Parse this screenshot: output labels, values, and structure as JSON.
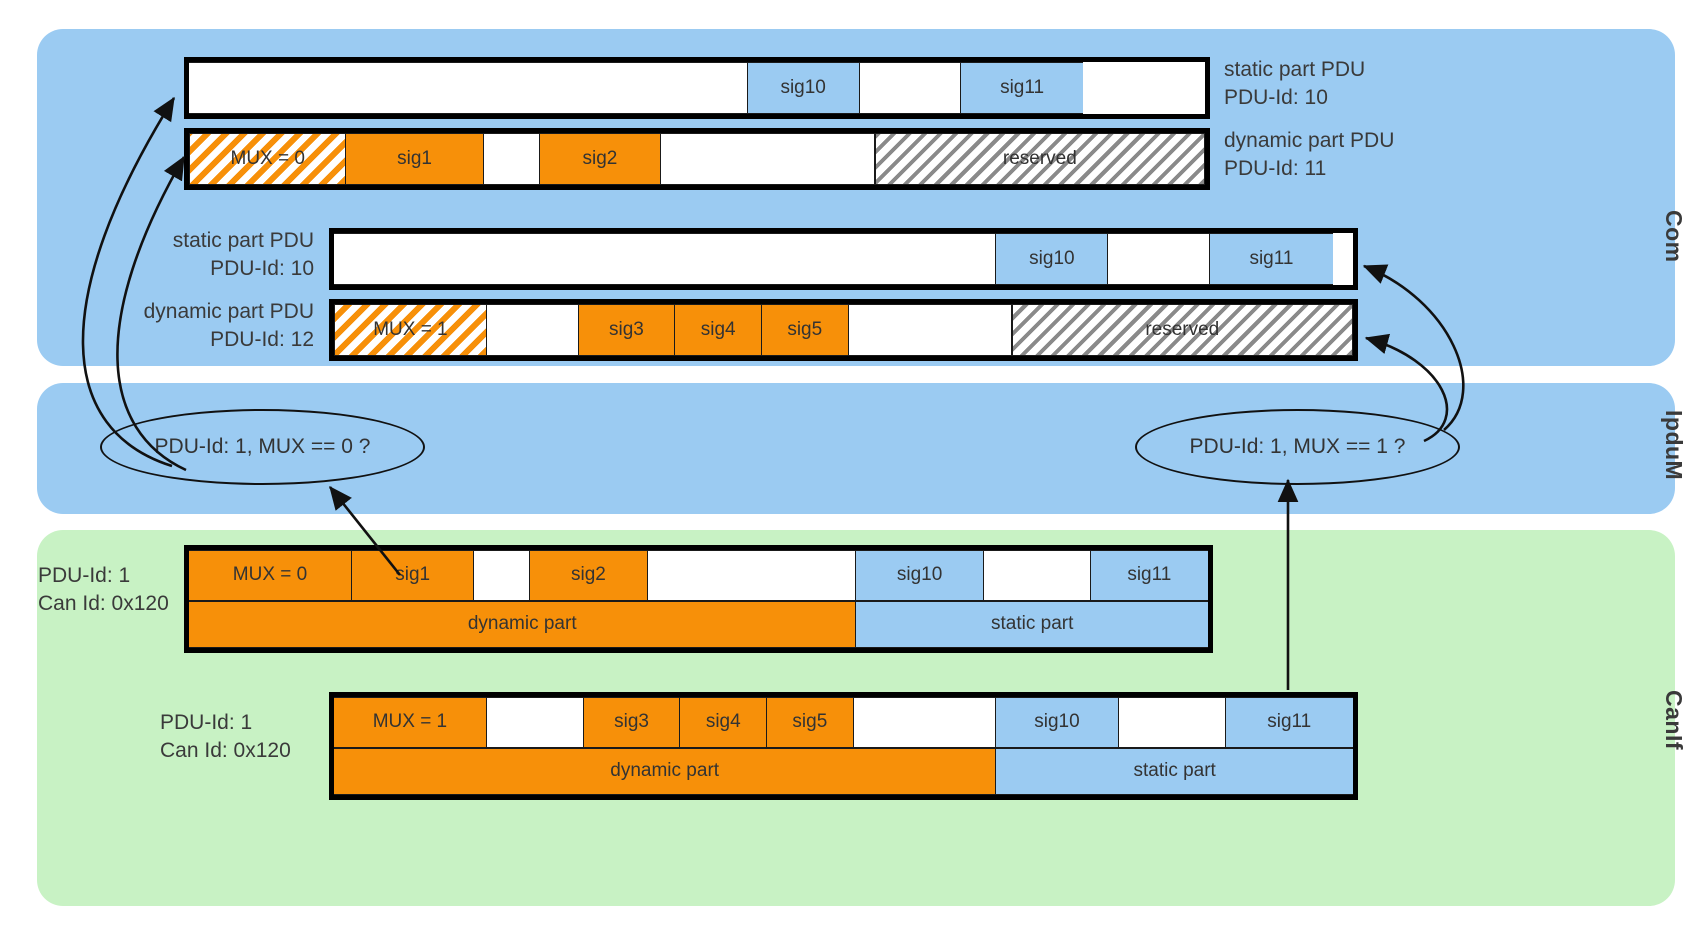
{
  "layers": [
    {
      "id": "com",
      "title": "Com"
    },
    {
      "id": "ipdum",
      "title": "IpduM"
    },
    {
      "id": "canif",
      "title": "CanIf"
    }
  ],
  "colors": {
    "layer_com_bg": "#9bcbf2",
    "layer_ipdum_bg": "#9bcbf2",
    "layer_canif_bg": "#c8f2c4",
    "signal_static": "#9bcbf2",
    "signal_dynamic": "#f79009",
    "reserved_hatch": "#8a8a8a",
    "outline": "#000000"
  },
  "com": {
    "group1": {
      "static_pdu": {
        "label_line1": "static part PDU",
        "label_line2": "PDU-Id: 10",
        "segments": [
          {
            "text": "",
            "kind": "empty"
          },
          {
            "text": "sig10",
            "kind": "blue"
          },
          {
            "text": "",
            "kind": "empty"
          },
          {
            "text": "sig11",
            "kind": "blue"
          }
        ]
      },
      "dynamic_pdu": {
        "label_line1": "dynamic part PDU",
        "label_line2": "PDU-Id: 11",
        "segments": [
          {
            "text": "MUX = 0",
            "kind": "mux-hatch"
          },
          {
            "text": "sig1",
            "kind": "orange"
          },
          {
            "text": "",
            "kind": "empty"
          },
          {
            "text": "sig2",
            "kind": "orange"
          },
          {
            "text": "",
            "kind": "empty"
          },
          {
            "text": "reserved",
            "kind": "reserved"
          }
        ]
      }
    },
    "group2": {
      "static_pdu": {
        "label_line1": "static part PDU",
        "label_line2": "PDU-Id: 10",
        "segments": [
          {
            "text": "",
            "kind": "empty"
          },
          {
            "text": "sig10",
            "kind": "blue"
          },
          {
            "text": "",
            "kind": "empty"
          },
          {
            "text": "sig11",
            "kind": "blue"
          }
        ]
      },
      "dynamic_pdu": {
        "label_line1": "dynamic part PDU",
        "label_line2": "PDU-Id: 12",
        "segments": [
          {
            "text": "MUX = 1",
            "kind": "mux-hatch"
          },
          {
            "text": "",
            "kind": "empty"
          },
          {
            "text": "sig3",
            "kind": "orange"
          },
          {
            "text": "sig4",
            "kind": "orange"
          },
          {
            "text": "sig5",
            "kind": "orange"
          },
          {
            "text": "",
            "kind": "empty"
          },
          {
            "text": "reserved",
            "kind": "reserved"
          }
        ]
      }
    }
  },
  "ipdum": {
    "decision_left": "PDU-Id: 1, MUX == 0 ?",
    "decision_right": "PDU-Id: 1, MUX == 1 ?"
  },
  "canif": {
    "frame1": {
      "label_line1": "PDU-Id: 1",
      "label_line2": "Can Id: 0x120",
      "signal_row": [
        {
          "text": "MUX = 0",
          "kind": "orange"
        },
        {
          "text": "sig1",
          "kind": "orange"
        },
        {
          "text": "",
          "kind": "empty"
        },
        {
          "text": "sig2",
          "kind": "orange"
        },
        {
          "text": "",
          "kind": "empty"
        },
        {
          "text": "sig10",
          "kind": "blue"
        },
        {
          "text": "",
          "kind": "empty"
        },
        {
          "text": "sig11",
          "kind": "blue"
        }
      ],
      "part_row": [
        {
          "text": "dynamic part",
          "kind": "part-dyn"
        },
        {
          "text": "static part",
          "kind": "part-stat"
        }
      ]
    },
    "frame2": {
      "label_line1": "PDU-Id: 1",
      "label_line2": "Can Id: 0x120",
      "signal_row": [
        {
          "text": "MUX = 1",
          "kind": "orange"
        },
        {
          "text": "",
          "kind": "empty"
        },
        {
          "text": "sig3",
          "kind": "orange"
        },
        {
          "text": "sig4",
          "kind": "orange"
        },
        {
          "text": "sig5",
          "kind": "orange"
        },
        {
          "text": "",
          "kind": "empty"
        },
        {
          "text": "sig10",
          "kind": "blue"
        },
        {
          "text": "",
          "kind": "empty"
        },
        {
          "text": "sig11",
          "kind": "blue"
        }
      ],
      "part_row": [
        {
          "text": "dynamic part",
          "kind": "part-dyn"
        },
        {
          "text": "static part",
          "kind": "part-stat"
        }
      ]
    }
  }
}
